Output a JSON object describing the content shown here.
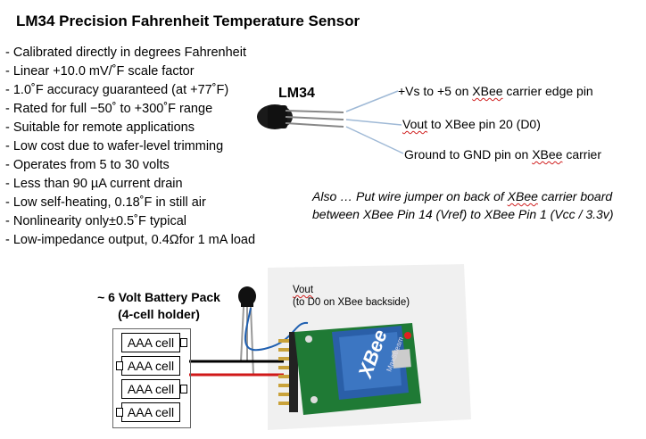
{
  "title": "LM34   Precision Fahrenheit Temperature Sensor",
  "features": [
    "- Calibrated directly in degrees Fahrenheit",
    "- Linear +10.0 mV/˚F scale factor",
    "- 1.0˚F accuracy guaranteed (at +77˚F)",
    "- Rated for full −50˚ to +300˚F range",
    "- Suitable for remote applications",
    "- Low cost due to wafer-level trimming",
    "- Operates from 5 to 30 volts",
    "- Less than 90 µA current drain",
    "- Low self-heating, 0.18˚F in still air",
    "- Nonlinearity only±0.5˚F typical",
    "- Low-impedance output, 0.4Ωfor 1 mA load"
  ],
  "chip_label": "LM34",
  "pins": {
    "vs": {
      "pre": "+Vs to +5 on ",
      "squig": "XBee",
      "post": " carrier edge pin"
    },
    "vout": {
      "pre": "Vout",
      "mid": " to XBee pin 20 (D0)"
    },
    "gnd": {
      "pre": "Ground to GND pin on ",
      "squig": "XBee",
      "post": " carrier"
    }
  },
  "also": {
    "line1_pre": "Also … Put wire jumper on back of ",
    "line1_squig": "XBee",
    "line1_post": " carrier board",
    "line2": "between XBee Pin 14 (Vref) to XBee Pin 1 (Vcc / 3.3v)"
  },
  "battery": {
    "title_line1": "~ 6 Volt Battery Pack",
    "title_line2": "(4-cell holder)",
    "cells": [
      "AAA cell",
      "AAA cell",
      "AAA cell",
      "AAA cell"
    ]
  },
  "vout_label": {
    "line1": "Vout",
    "line2": "(to D0 on XBee backside)"
  },
  "board_text": {
    "brand": "XBee",
    "maker": "MaxStream"
  },
  "colors": {
    "board_green": "#1f7a35",
    "xbee_blue": "#2a5fa8",
    "wire_red": "#d01818",
    "wire_blue": "#1f5fb0",
    "squiggle": "#d02020"
  }
}
